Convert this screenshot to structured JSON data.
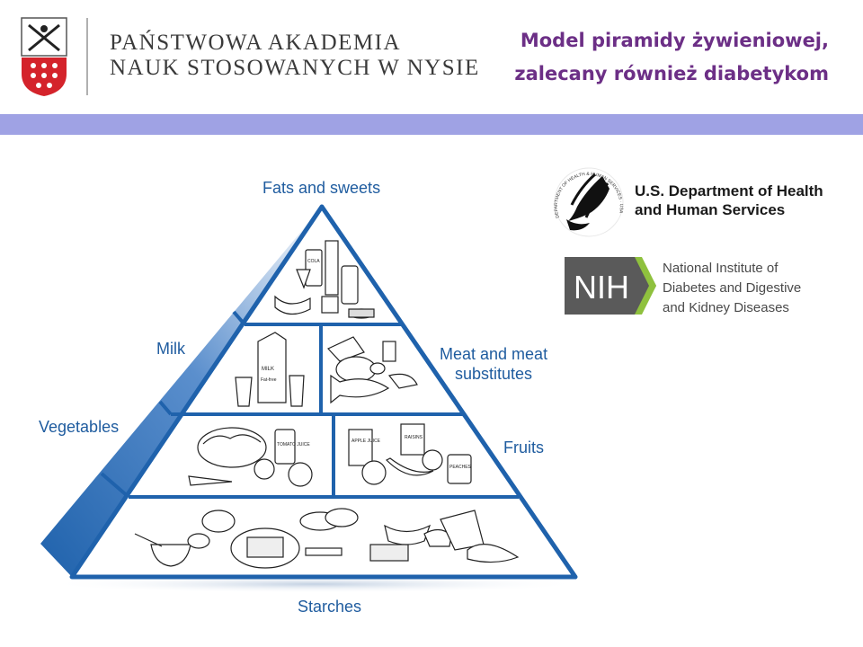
{
  "header": {
    "academy_name": [
      "PAŃSTWOWA AKADEMIA",
      "NAUK STOSOWANYCH W NYSIE"
    ],
    "title_lines": [
      "Model piramidy żywieniowej,",
      "zalecany również diabetykom"
    ]
  },
  "pyramid": {
    "labels": {
      "fats": "Fats and sweets",
      "milk": "Milk",
      "meat": [
        "Meat and meat",
        "substitutes"
      ],
      "vegetables": "Vegetables",
      "fruits": "Fruits",
      "starches": "Starches"
    },
    "food_tags": {
      "cola": "COLA",
      "milk": "MILK",
      "milk_sub": "Fat-free",
      "tomato_juice": "TOMATO JUICE",
      "apple_juice": "APPLE JUICE",
      "raisins": "RAISINS",
      "peaches": "PEACHES"
    }
  },
  "sponsors": {
    "hhs_text": [
      "U.S. Department of Health",
      "and Human Services"
    ],
    "hhs_seal_text": "DEPARTMENT OF HEALTH & HUMAN SERVICES · USA",
    "nih_badge": "NIH",
    "nih_text": [
      "National Institute of",
      "Diabetes and Digestive",
      "and Kidney Diseases"
    ]
  },
  "colors": {
    "accent_purple": "#6c2f86",
    "band": "#9fa2e4",
    "pyramid_blue": "#1f62ac",
    "shield_red": "#d4232b"
  }
}
